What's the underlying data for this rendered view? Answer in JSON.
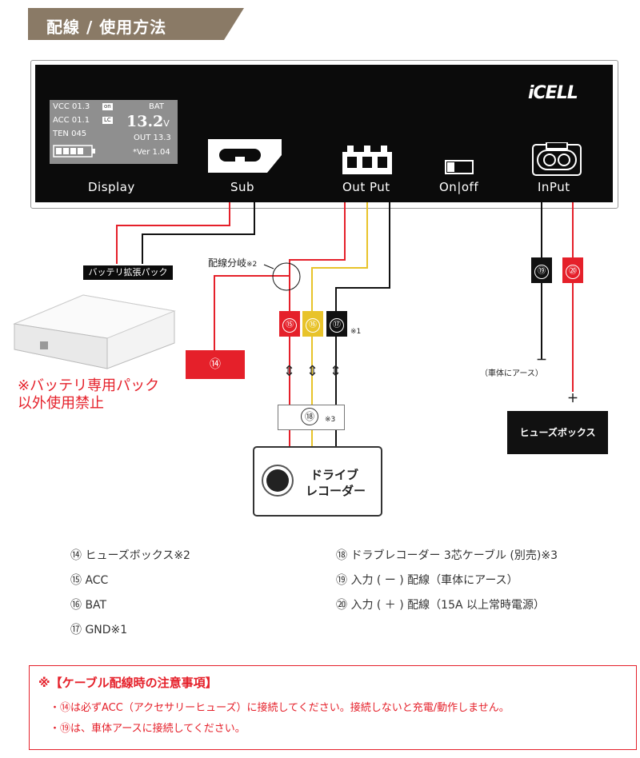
{
  "title": "配線 / 使用方法",
  "device": {
    "brand_logo": "iCELL",
    "display": {
      "vcc": "VCC 01.3",
      "vcc_tag": "on",
      "acc": "ACC 01.1",
      "acc_tag": "LC",
      "ten": "TEN 045",
      "bat_label": "BAT",
      "bat_value": "13.2",
      "bat_unit": "V",
      "out": "OUT 13.3",
      "version": "*Ver 1.04"
    },
    "ports": {
      "display": "Display",
      "sub": "Sub",
      "out_put": "Out Put",
      "on_off": "On|off",
      "in_put": "InPut"
    }
  },
  "diagram": {
    "battery_pack_label": "バッテリ拡張パック",
    "branch_label": "配線分岐",
    "branch_note": "※2",
    "note_17": "※1",
    "note_18": "※3",
    "n14": "⑭",
    "n15": "⑮",
    "n16": "⑯",
    "n17": "⑰",
    "n18": "⑱",
    "n19": "⑲",
    "n20": "⑳",
    "arrow": "⇕",
    "minus": "－",
    "plus": "＋",
    "ground_label": "（車体にアース）",
    "fuse_box": "ヒューズボックス",
    "recorder_line1": "ドライブ",
    "recorder_line2": "レコーダー",
    "warning_line1": "※バッテリ専用パック",
    "warning_line2": "以外使用禁止"
  },
  "legend": {
    "left": [
      "⑭ ヒューズボックス※2",
      "⑮ ACC",
      "⑯ BAT",
      "⑰ GND※1"
    ],
    "right": [
      "⑱ ドラブレコーダー 3芯ケーブル (別売)※3",
      "⑲ 入力 ( ー ) 配線（車体にアース）",
      "⑳ 入力 ( ＋ ) 配線（15A 以上常時電源）"
    ]
  },
  "caution": {
    "title": "※【ケーブル配線時の注意事項】",
    "items": [
      "・⑭は必ずACC（アクセサリーヒューズ）に接続してください。接続しないと充電/動作しません。",
      "・⑲は、車体アースに接続してください。"
    ]
  },
  "colors": {
    "banner": "#8a7a66",
    "red": "#e5202a",
    "yellow": "#e8c32a",
    "black": "#111111"
  }
}
